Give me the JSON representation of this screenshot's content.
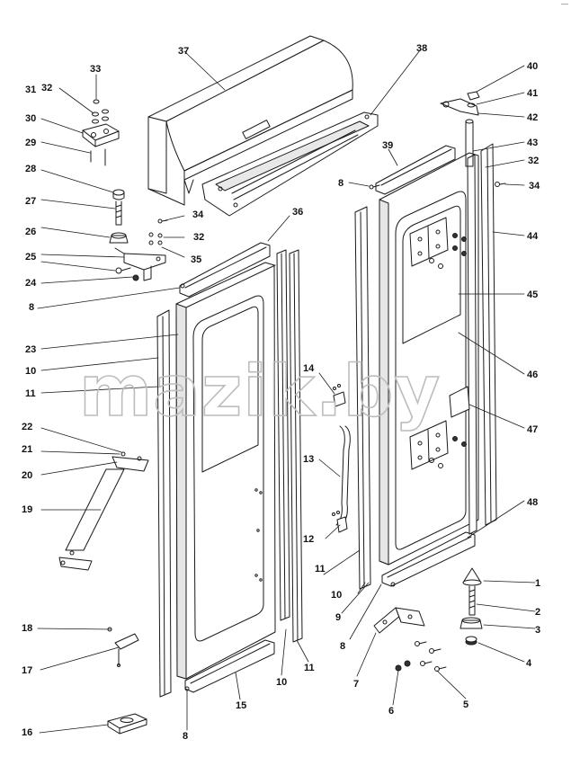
{
  "watermark": "mazik.by",
  "corner_mark": "—",
  "colors": {
    "line": "#1a1a1a",
    "fill": "#ffffff",
    "shade": "#cfcfcf",
    "watermark": "#bdbdbd"
  },
  "callouts": {
    "c1": "1",
    "c2": "2",
    "c3": "3",
    "c4": "4",
    "c5": "5",
    "c6": "6",
    "c7": "7",
    "c8a": "8",
    "c8b": "8",
    "c8c": "8",
    "c8d": "8",
    "c9": "9",
    "c10a": "10",
    "c10b": "10",
    "c10c": "10",
    "c11a": "11",
    "c11b": "11",
    "c11c": "11",
    "c12": "12",
    "c13": "13",
    "c14": "14",
    "c15": "15",
    "c16": "16",
    "c17": "17",
    "c18": "18",
    "c19": "19",
    "c20": "20",
    "c21": "21",
    "c22": "22",
    "c23": "23",
    "c24": "24",
    "c25": "25",
    "c26": "26",
    "c27": "27",
    "c28": "28",
    "c29": "29",
    "c30": "30",
    "c31": "31",
    "c32a": "32",
    "c32b": "32",
    "c32c": "32",
    "c33": "33",
    "c34a": "34",
    "c34b": "34",
    "c35": "35",
    "c36": "36",
    "c37": "37",
    "c38": "38",
    "c39": "39",
    "c40": "40",
    "c41": "41",
    "c42": "42",
    "c43": "43",
    "c44": "44",
    "c45": "45",
    "c46": "46",
    "c47": "47",
    "c48": "48"
  }
}
